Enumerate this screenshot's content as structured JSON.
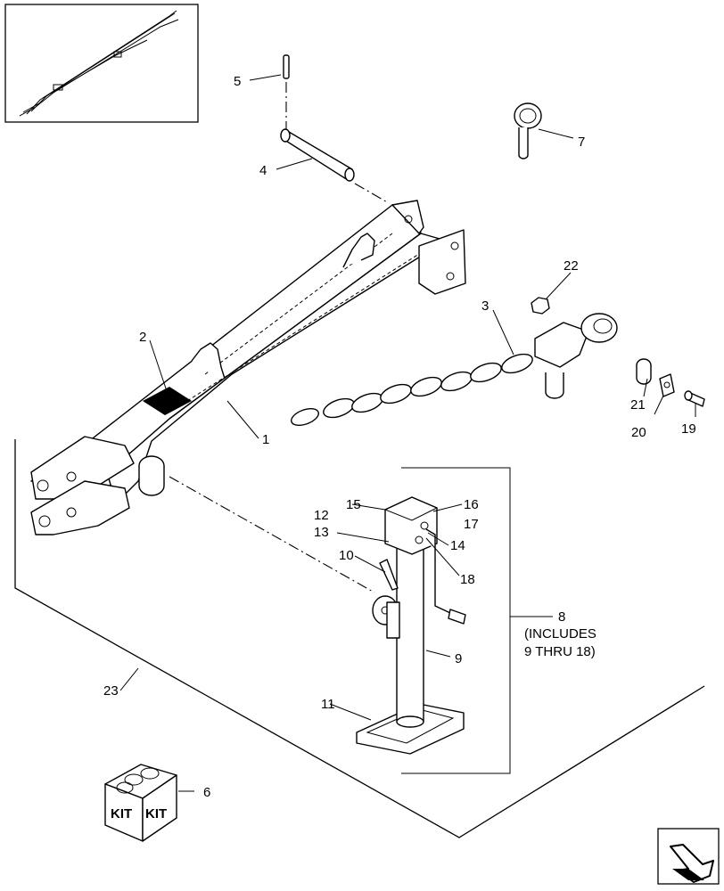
{
  "callouts": {
    "c1": "1",
    "c2": "2",
    "c3": "3",
    "c4": "4",
    "c5": "5",
    "c6": "6",
    "c7": "7",
    "c8": "8",
    "c9": "9",
    "c10": "10",
    "c11": "11",
    "c12": "12",
    "c13": "13",
    "c14": "14",
    "c15": "15",
    "c16": "16",
    "c17": "17",
    "c18": "18",
    "c19": "19",
    "c20": "20",
    "c21": "21",
    "c22": "22",
    "c23": "23"
  },
  "note_8_line1": "(INCLUDES",
  "note_8_line2": "9 THRU 18)",
  "kit_label_left": "KIT",
  "kit_label_right": "KIT"
}
